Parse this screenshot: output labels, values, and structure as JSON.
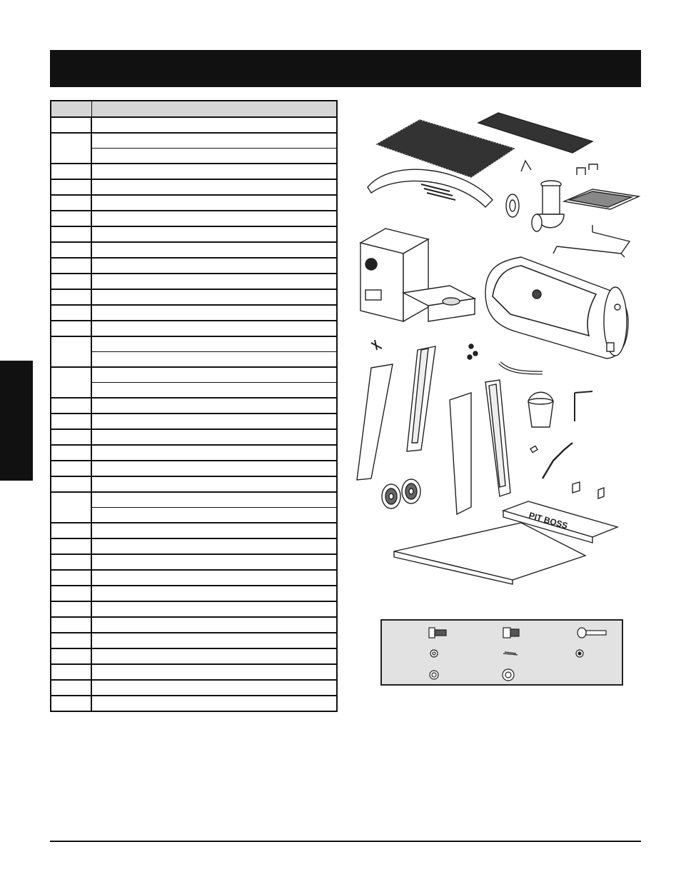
{
  "page": {
    "header_title": "",
    "side_tab_label": "",
    "footer_text": ""
  },
  "parts_table": {
    "header": {
      "key": "",
      "description": ""
    },
    "rows": [
      {
        "key": "",
        "desc": ""
      },
      {
        "key": "",
        "desc": ""
      },
      {
        "key": "",
        "desc": ""
      },
      {
        "key": "",
        "desc": ""
      },
      {
        "key": "",
        "desc": ""
      },
      {
        "key": "",
        "desc": ""
      },
      {
        "key": "",
        "desc": ""
      },
      {
        "key": "",
        "desc": ""
      },
      {
        "key": "",
        "desc": ""
      },
      {
        "key": "",
        "desc": ""
      },
      {
        "key": "",
        "desc": ""
      },
      {
        "key": "",
        "desc": ""
      },
      {
        "key": "",
        "desc": ""
      },
      {
        "key": "",
        "desc": ""
      },
      {
        "key": "",
        "desc": ""
      },
      {
        "key": "",
        "desc": ""
      },
      {
        "key": "",
        "desc": ""
      },
      {
        "key": "",
        "desc": ""
      },
      {
        "key": "",
        "desc": ""
      },
      {
        "key": "",
        "desc": ""
      },
      {
        "key": "",
        "desc": ""
      },
      {
        "key": "",
        "desc": ""
      },
      {
        "key": "",
        "desc": ""
      },
      {
        "key": "",
        "desc": ""
      },
      {
        "key": "",
        "desc": ""
      },
      {
        "key": "",
        "desc": ""
      },
      {
        "key": "",
        "desc": ""
      },
      {
        "key": "",
        "desc": ""
      },
      {
        "key": "",
        "desc": ""
      },
      {
        "key": "",
        "desc": ""
      },
      {
        "key": "",
        "desc": ""
      },
      {
        "key": "",
        "desc": ""
      },
      {
        "key": "",
        "desc": ""
      },
      {
        "key": "",
        "desc": ""
      },
      {
        "key": "",
        "desc": ""
      },
      {
        "key": "",
        "desc": ""
      },
      {
        "key": "",
        "desc": ""
      },
      {
        "key": "",
        "desc": ""
      }
    ]
  },
  "diagram": {
    "logo_text": "PIT BOSS",
    "parts": [
      "cooking-grid",
      "warming-rack",
      "flame-broiler-cover",
      "chimney",
      "side-shelf-rack",
      "hopper",
      "barrel",
      "legs",
      "wheels",
      "grease-bucket",
      "front-shelf",
      "bottom-shelf"
    ]
  },
  "hardware_icons": [
    "bolt-icon",
    "shoulder-bolt-icon",
    "pin-icon",
    "washer-icon",
    "cotter-pin-icon",
    "nut-icon",
    "lock-washer-icon",
    "flat-washer-icon"
  ]
}
